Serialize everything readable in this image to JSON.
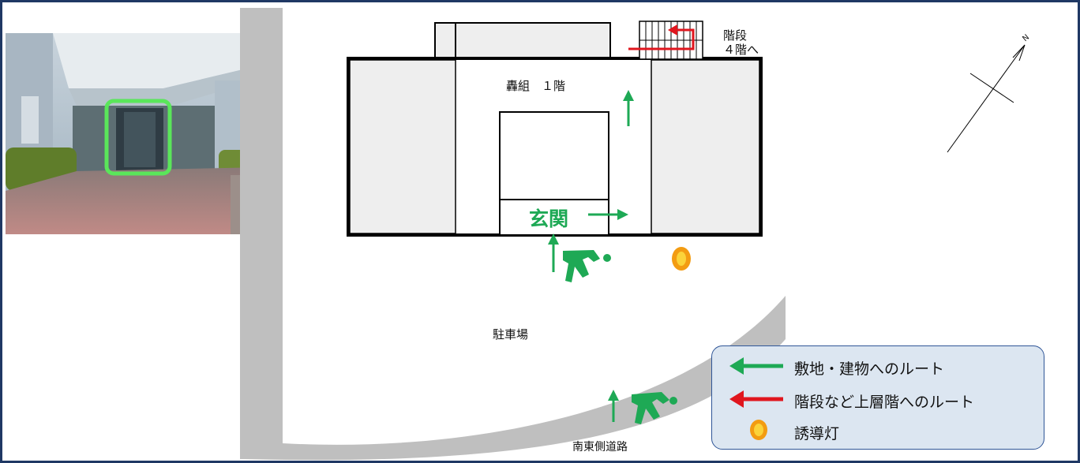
{
  "colors": {
    "route_green": "#1ea955",
    "stair_red": "#e0161e",
    "light_orange": "#f39c12",
    "frame_navy": "#1f3864",
    "road_gray": "#bfbfbf"
  },
  "photo": {
    "label": "玄関"
  },
  "floorplan": {
    "floor_label": "轟組　１階",
    "stairs_label_line1": "階段",
    "stairs_label_line2": "４階へ",
    "entrance_label": "玄関"
  },
  "site": {
    "parking_label": "駐車場",
    "road_label": "南東側道路"
  },
  "compass": {
    "north_label": "N"
  },
  "legend": {
    "items": [
      {
        "icon": "green-arrow-icon",
        "label": "敷地・建物へのルート"
      },
      {
        "icon": "red-arrow-icon",
        "label": "階段など上層階へのルート"
      },
      {
        "icon": "guide-light-icon",
        "label": "誘導灯"
      }
    ]
  }
}
